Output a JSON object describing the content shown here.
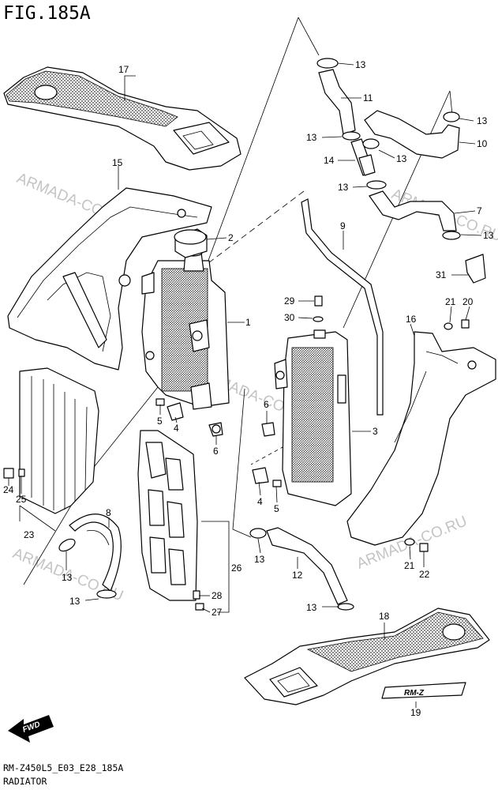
{
  "figure_title": "FIG.185A",
  "footer": {
    "code": "RM-Z450L5_E03_E28_185A",
    "section": "RADIATOR"
  },
  "watermark_text": "ARMADA-CO.RU",
  "fwd_label": "FWD",
  "emblem_text": "RM-Z",
  "callouts": {
    "n1": "1",
    "n2": "2",
    "n3": "3",
    "n4a": "4",
    "n4b": "4",
    "n5a": "5",
    "n5b": "5",
    "n6a": "6",
    "n6b": "6",
    "n7": "7",
    "n8": "8",
    "n9": "9",
    "n10": "10",
    "n11": "11",
    "n12": "12",
    "n13a": "13",
    "n13b": "13",
    "n13c": "13",
    "n13d": "13",
    "n13e": "13",
    "n13f": "13",
    "n13g": "13",
    "n13h": "13",
    "n13i": "13",
    "n13j": "13",
    "n14": "14",
    "n15": "15",
    "n16": "16",
    "n17": "17",
    "n18": "18",
    "n19": "19",
    "n20": "20",
    "n21a": "21",
    "n21b": "21",
    "n22": "22",
    "n23": "23",
    "n24": "24",
    "n25": "25",
    "n26": "26",
    "n27": "27",
    "n28": "28",
    "n29": "29",
    "n30": "30",
    "n31": "31"
  }
}
